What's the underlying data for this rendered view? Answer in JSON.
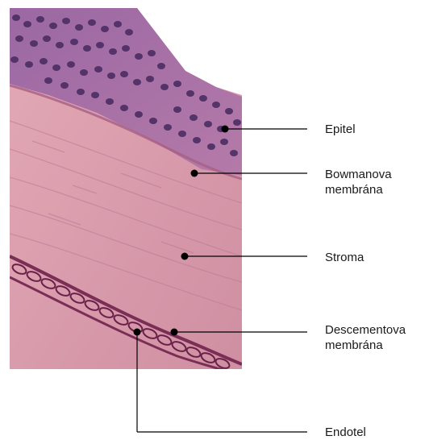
{
  "diagram": {
    "colors": {
      "stroma": "#d998a8",
      "stroma_dark": "#b86d88",
      "epithelium": "#a36aa2",
      "nucleus": "#4a2c62",
      "descemet": "#7a2d55",
      "line": "#000000",
      "background": "#ffffff"
    },
    "labels": {
      "epitel": "Epitel",
      "bowman_1": "Bowmanova",
      "bowman_2": "membrána",
      "stroma": "Stroma",
      "descement_1": "Descementova",
      "descement_2": "membrána",
      "endotel": "Endotel"
    }
  }
}
